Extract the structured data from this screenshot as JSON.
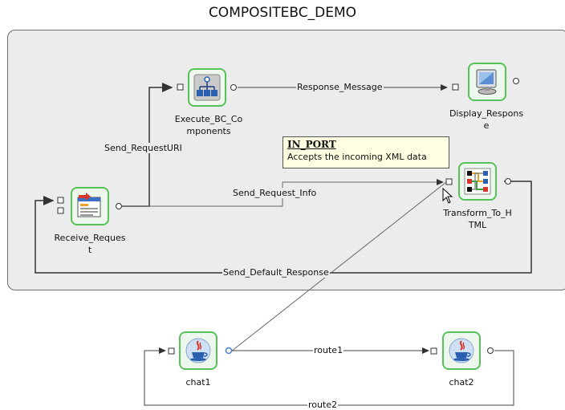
{
  "title": "COMPOSITEBC_DEMO",
  "nodes": {
    "execute": {
      "label_line1": "Execute_BC_Co",
      "label_line2": "mponents",
      "icon": "hierarchy-icon"
    },
    "display": {
      "label_line1": "Display_Respons",
      "label_line2": "e",
      "icon": "monitor-icon"
    },
    "receive": {
      "label_line1": "Receive_Reques",
      "label_line2": "t",
      "icon": "window-icon"
    },
    "transform": {
      "label_line1": "Transform_To_H",
      "label_line2": "TML",
      "icon": "transform-icon"
    },
    "chat1": {
      "label": "chat1",
      "icon": "java-icon"
    },
    "chat2": {
      "label": "chat2",
      "icon": "java-icon"
    }
  },
  "links": {
    "response_message": "Response_Message",
    "send_request_uri": "Send_RequestURI",
    "send_request_info": "Send_Request_Info",
    "send_default_response": "Send_Default_Response",
    "route1": "route1",
    "route2": "route2"
  },
  "tooltip": {
    "title": "IN_PORT",
    "text": "Accepts the incoming XML data"
  },
  "colors": {
    "node_border": "#57c257",
    "container_bg": "#ececec",
    "tooltip_bg": "#ffffe1",
    "port_hover": "#4a7fd6"
  }
}
